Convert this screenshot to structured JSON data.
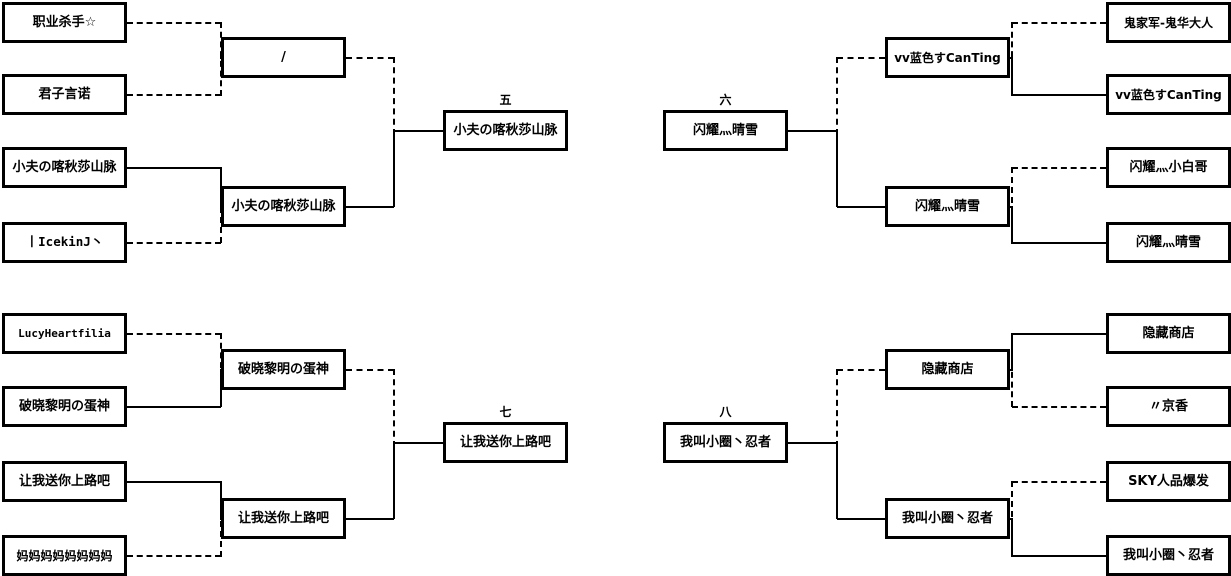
{
  "page": {
    "title": "Tournament Bracket",
    "background": "#ffffff",
    "line_color": "#000000",
    "box_border": "#000000"
  },
  "brackets": {
    "top_left": {
      "round_label": "五",
      "final": "小夫の喀秋莎山脉",
      "semis": [
        "/",
        "小夫の喀秋莎山脉"
      ],
      "firsts": [
        "职业杀手☆",
        "君子言诺",
        "小夫の喀秋莎山脉",
        "丨IcekinJ丶"
      ]
    },
    "top_right": {
      "round_label": "六",
      "final": "闪耀灬晴雪",
      "semis": [
        "vv蓝色すCanTing",
        "闪耀灬晴雪"
      ],
      "firsts": [
        "鬼家军-鬼华大人",
        "vv蓝色すCanTing",
        "闪耀灬小白哥",
        "闪耀灬晴雪"
      ]
    },
    "bottom_left": {
      "round_label": "七",
      "final": "让我送你上路吧",
      "semis": [
        "破晓黎明の蛋神",
        "让我送你上路吧"
      ],
      "firsts": [
        "LucyHeartfilia",
        "破晓黎明の蛋神",
        "让我送你上路吧",
        "妈妈妈妈妈妈妈妈"
      ]
    },
    "bottom_right": {
      "round_label": "八",
      "final": "我叫小圈丶忍者",
      "semis": [
        "隐藏商店",
        "我叫小圈丶忍者"
      ],
      "firsts": [
        "隐藏商店",
        "〃京香",
        "SKY人品爆发",
        "我叫小圈丶忍者"
      ]
    }
  }
}
